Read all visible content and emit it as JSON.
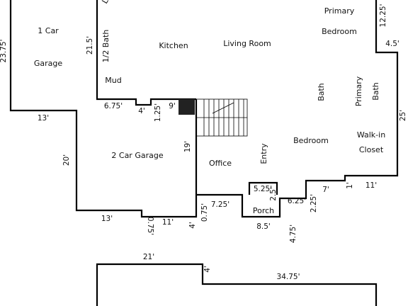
{
  "rooms": {
    "one_car_garage_line1": "1 Car",
    "one_car_garage_line2": "Garage",
    "half_bath": "1/2 Bath",
    "laundry_fragment": "La",
    "kitchen": "Kitchen",
    "living_room": "Living Room",
    "primary_bedroom_line1": "Primary",
    "primary_bedroom_line2": "Bedroom",
    "mud": "Mud",
    "bath": "Bath",
    "primary_bath_line1": "Primary",
    "primary_bath_line2": "Bath",
    "two_car_garage": "2 Car Garage",
    "office": "Office",
    "entry": "Entry",
    "bedroom": "Bedroom",
    "walk_in_closet_line1": "Walk-in",
    "walk_in_closet_line2": "Closet",
    "porch": "Porch"
  },
  "dimensions": {
    "d_23_75": "23.75'",
    "d_21_5": "21.5'",
    "d_12_25": "12.25'",
    "d_4_5": "4.5'",
    "d_13_top": "13'",
    "d_6_75": "6.75'",
    "d_4_a": "4'",
    "d_1_25": "1.25'",
    "d_9": "9'",
    "d_25": "25'",
    "d_20": "20'",
    "d_19": "19'",
    "d_13_bottom": "13'",
    "d_0_75_a": "0.75'",
    "d_11_a": "11'",
    "d_4_b": "4'",
    "d_0_75_b": "0.75'",
    "d_7_25": "7.25'",
    "d_5_25": "5.25'",
    "d_2_5": "2.5'",
    "d_6_25": "6.25'",
    "d_7": "7'",
    "d_1": "1'",
    "d_11_b": "11'",
    "d_2_25": "2.25'",
    "d_8_5": "8.5'",
    "d_4_75": "4.75'",
    "d_21": "21'",
    "d_4_c": "4'",
    "d_34_75": "34.75'"
  }
}
